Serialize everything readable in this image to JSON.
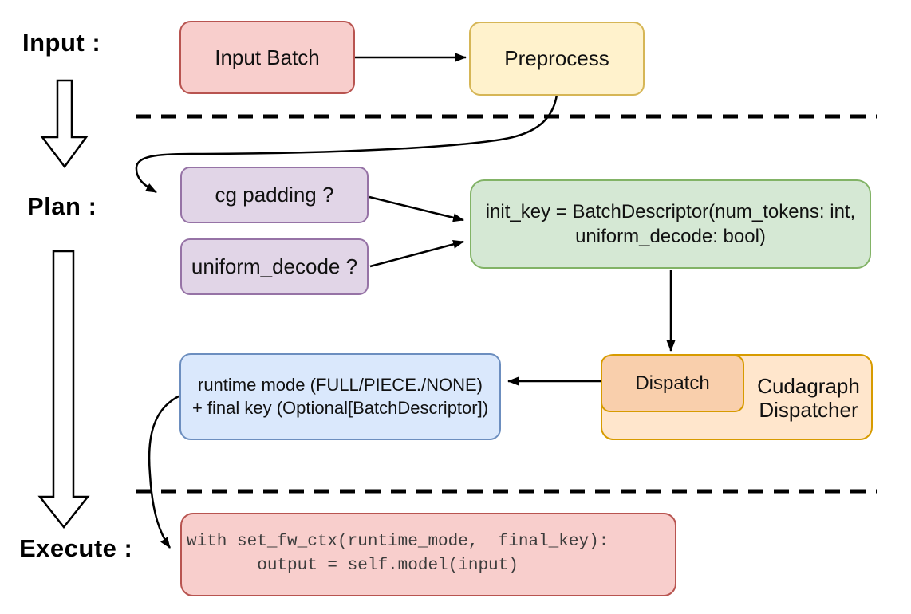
{
  "stage_labels": {
    "input": "Input :",
    "plan": "Plan :",
    "execute": "Execute :"
  },
  "nodes": {
    "input_batch": {
      "label": "Input Batch",
      "fill": "#f8cecc",
      "border": "#b85450"
    },
    "preprocess": {
      "label": "Preprocess",
      "fill": "#fff2cc",
      "border": "#d6b656"
    },
    "cg_padding": {
      "label": "cg padding ?",
      "fill": "#e1d5e7",
      "border": "#9673a6"
    },
    "uniform_decode": {
      "label": "uniform_decode ?",
      "fill": "#e1d5e7",
      "border": "#9673a6"
    },
    "init_key": {
      "line1": "init_key = BatchDescriptor(num_tokens: int,",
      "line2": "uniform_decode: bool)",
      "fill": "#d5e8d4",
      "border": "#82b366"
    },
    "dispatch": {
      "label": "Dispatch",
      "fill": "#f9cfac",
      "border": "#d79b00"
    },
    "cudagraph_dispatcher": {
      "line1": "Cudagraph",
      "line2": "Dispatcher",
      "fill": "#ffe6cc",
      "border": "#d79b00"
    },
    "runtime_result": {
      "line1": "runtime mode (FULL/PIECE./NONE)",
      "line2": "+ final key (Optional[BatchDescriptor])",
      "fill": "#dae8fc",
      "border": "#6c8ebf"
    },
    "execute_code": {
      "line1": "with set_fw_ctx(runtime_mode,  final_key):",
      "line2": "       output = self.model(input)",
      "fill": "#f8cecc",
      "border": "#b85450"
    }
  },
  "connector_color": "#000000",
  "divider_color": "#000000"
}
